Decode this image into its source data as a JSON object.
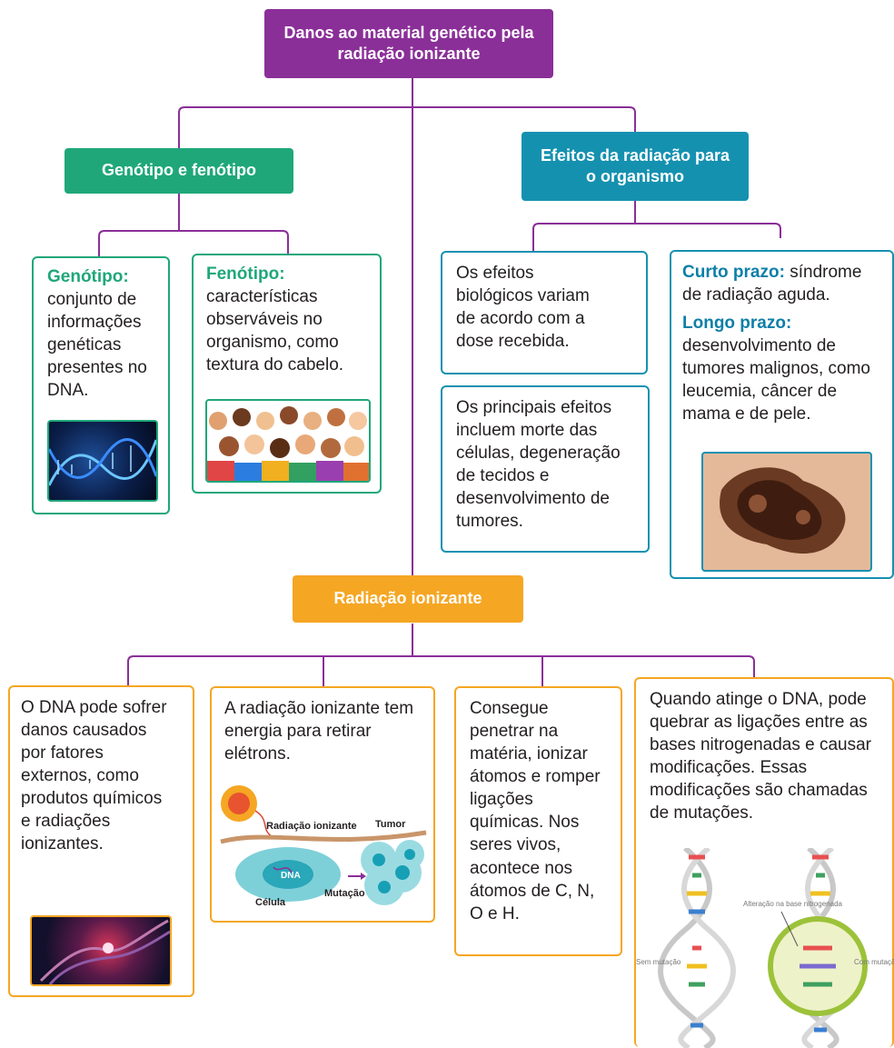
{
  "colors": {
    "purple": "#8a2f98",
    "green": "#1fa77a",
    "teal": "#1591b0",
    "orange": "#f5a623"
  },
  "root": {
    "title": "Danos ao material genético pela radiação ionizante"
  },
  "left_branch": {
    "title": "Genótipo e fenótipo",
    "genotipo": {
      "term": "Genótipo:",
      "text": "conjunto de informações genéticas presentes no DNA."
    },
    "fenotipo": {
      "term": "Fenótipo:",
      "text": "características observáveis no organismo, como textura do cabelo."
    }
  },
  "right_branch": {
    "title": "Efeitos da radiação para o organismo",
    "box1": "Os efeitos biológicos variam de acordo com a dose recebida.",
    "box2": "Os principais efeitos incluem morte das células, degeneração de tecidos e desenvolvimento de tumores.",
    "curto": {
      "term": "Curto prazo:",
      "text": "síndrome de radiação aguda."
    },
    "longo": {
      "term": "Longo prazo:",
      "text": "desenvolvimento de tumores malignos, como leucemia, câncer de mama e de pele."
    }
  },
  "bottom_branch": {
    "title": "Radiação ionizante",
    "box1": "O DNA pode sofrer danos causados por fatores externos, como produtos químicos e radiações ionizantes.",
    "box2": "A radiação ionizante tem energia para retirar elétrons.",
    "box3": "Consegue penetrar na matéria, ionizar átomos e romper ligações químicas. Nos seres vivos, acontece nos átomos de C, N, O e H.",
    "box4": "Quando atinge o DNA, pode quebrar as ligações entre as bases nitrogenadas e causar modificações. Essas modificações são chamadas de mutações."
  },
  "cell_diagram": {
    "radiation_label": "Radiação ionizante",
    "tumor_label": "Tumor",
    "dna_label": "DNA",
    "cell_label": "Célula",
    "mutation_label": "Mutação"
  },
  "dna_diagram": {
    "left_label": "Sem mutação",
    "change_label": "Alteração na base nitrogenada",
    "right_label": "Com mutação"
  }
}
